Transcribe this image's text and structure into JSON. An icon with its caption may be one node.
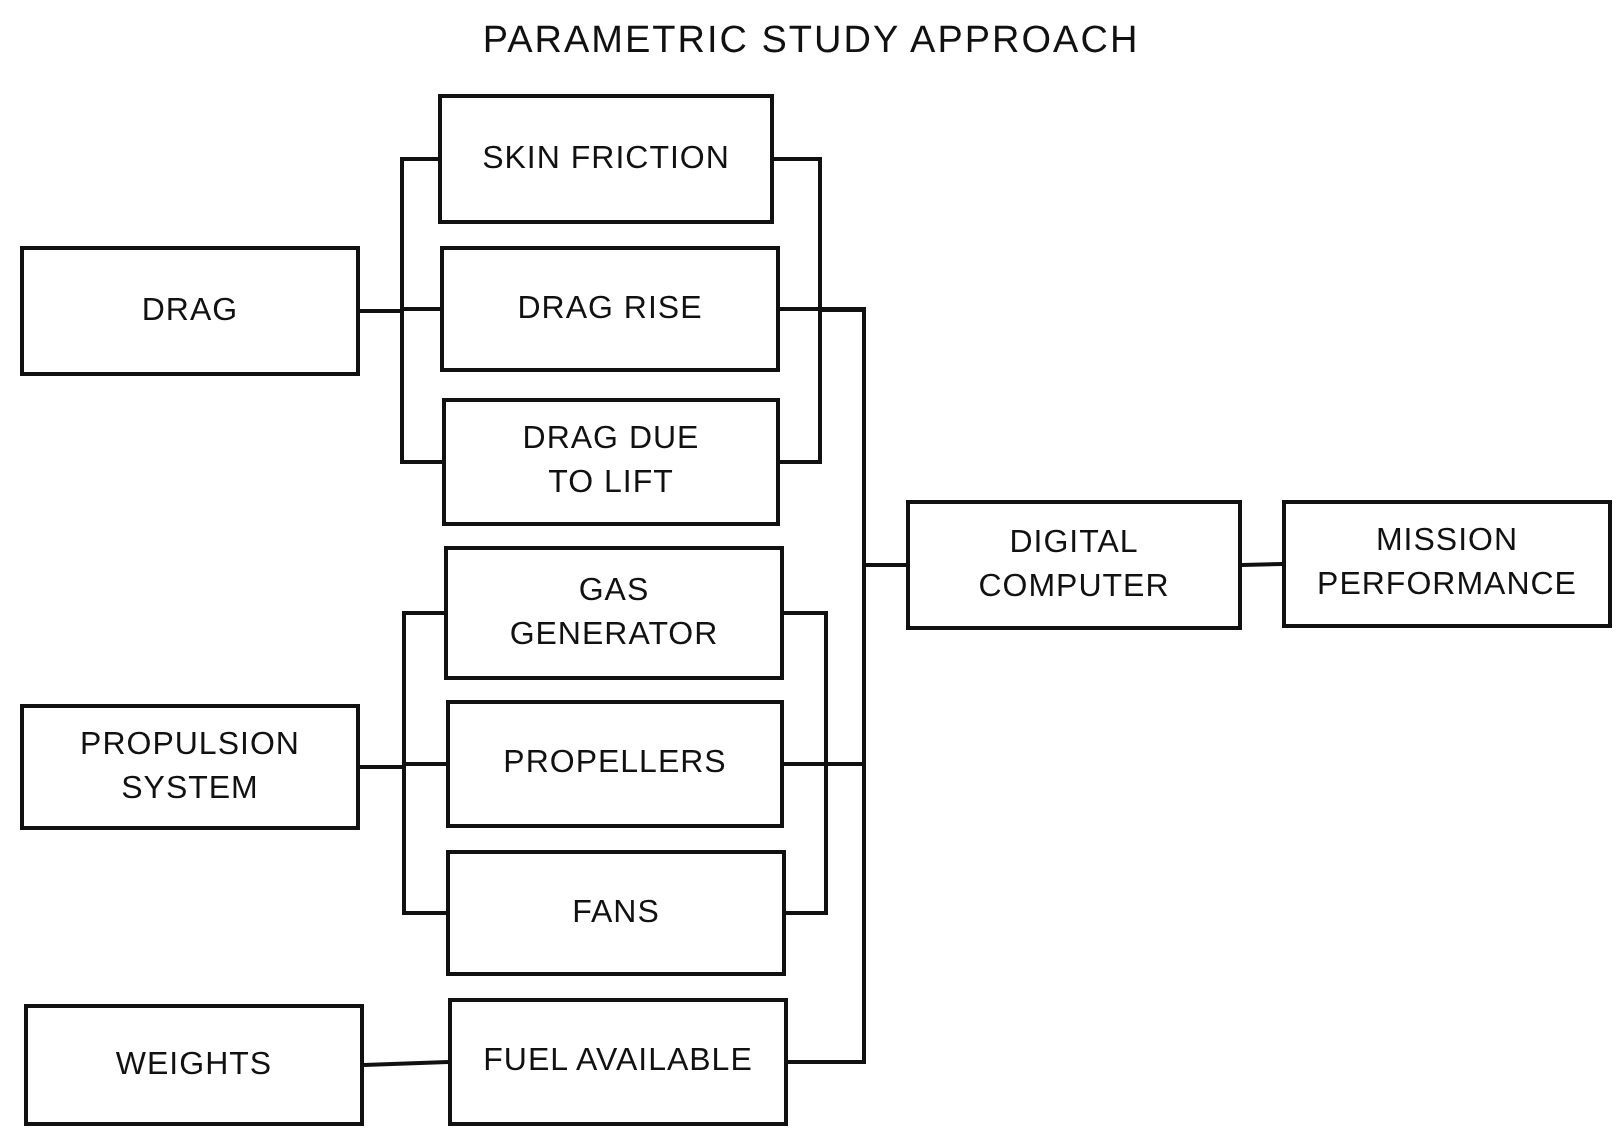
{
  "diagram": {
    "title": "PARAMETRIC STUDY APPROACH",
    "nodes": [
      {
        "text": [
          "DRAG"
        ]
      },
      {
        "text": [
          "SKIN FRICTION"
        ]
      },
      {
        "text": [
          "DRAG RISE"
        ]
      },
      {
        "text": [
          "DRAG DUE TO LIFT"
        ]
      },
      {
        "text": [
          "PROPULSION SYSTEM"
        ]
      },
      {
        "text": [
          "GAS GENERATOR"
        ]
      },
      {
        "text": [
          "PROPELLERS"
        ]
      },
      {
        "text": [
          "FANS"
        ]
      },
      {
        "text": [
          "WEIGHTS"
        ]
      },
      {
        "text": [
          "FUEL AVAILABLE"
        ]
      },
      {
        "text": [
          "DIGITAL COMPUTER"
        ]
      },
      {
        "text": [
          "MISSION PERFORMANCE"
        ]
      }
    ],
    "edges": [
      {
        "from": 0,
        "to": 1,
        "arrow": "none"
      },
      {
        "from": 0,
        "to": 2,
        "arrow": "none"
      },
      {
        "from": 0,
        "to": 3,
        "arrow": "none"
      },
      {
        "from": 4,
        "to": 5,
        "arrow": "none"
      },
      {
        "from": 4,
        "to": 6,
        "arrow": "none"
      },
      {
        "from": 4,
        "to": 7,
        "arrow": "none"
      },
      {
        "from": 8,
        "to": 9,
        "arrow": "none"
      },
      {
        "from": 1,
        "to": 10,
        "arrow": "none"
      },
      {
        "from": 2,
        "to": 10,
        "arrow": "none"
      },
      {
        "from": 3,
        "to": 10,
        "arrow": "none"
      },
      {
        "from": 5,
        "to": 10,
        "arrow": "none"
      },
      {
        "from": 6,
        "to": 10,
        "arrow": "none"
      },
      {
        "from": 7,
        "to": 10,
        "arrow": "none"
      },
      {
        "from": 9,
        "to": 10,
        "arrow": "none"
      },
      {
        "from": 10,
        "to": 11,
        "arrow": "none"
      }
    ]
  }
}
